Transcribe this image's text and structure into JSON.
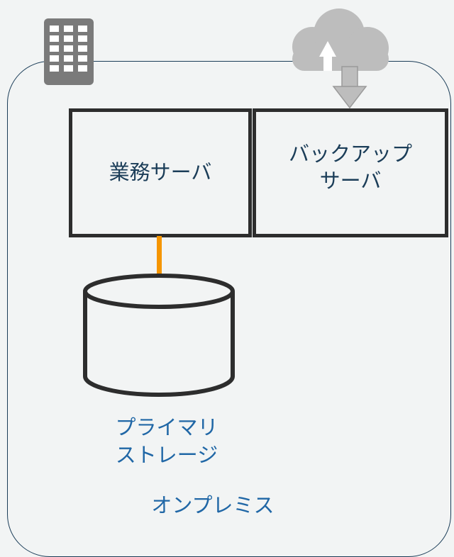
{
  "diagram": {
    "onprem_label": "オンプレミス",
    "business_server_label": "業務サーバ",
    "backup_server_label_line1": "バックアップ",
    "backup_server_label_line2": "サーバ",
    "storage_label_line1": "プライマリ",
    "storage_label_line2": "ストレージ"
  },
  "colors": {
    "frame": "#1b3d58",
    "box_border": "#2d2d2d",
    "server_text": "#1b3d58",
    "label_text": "#2067a6",
    "connector": "#f59500",
    "icon_gray": "#7a7a7a",
    "cloud_gray": "#bdbdbd"
  },
  "icons": {
    "building": "office-building-icon",
    "cloud": "cloud-upload-icon",
    "storage": "database-cylinder-icon"
  }
}
